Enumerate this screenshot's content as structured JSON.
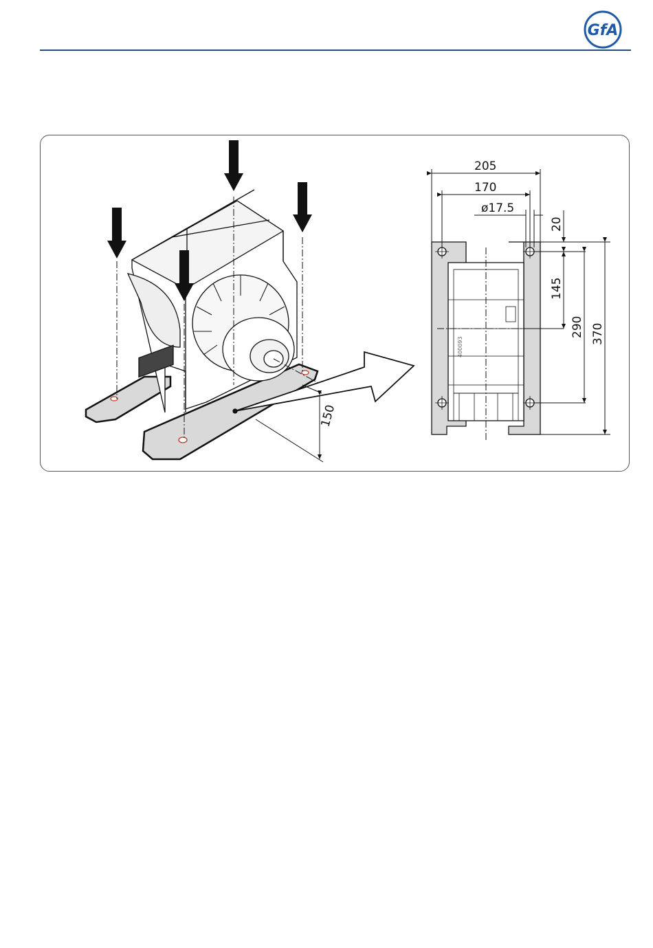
{
  "header": {
    "logo_text": "GfA",
    "brand_color": "#1f5aa6",
    "rule_color": "#2b4a78"
  },
  "figure": {
    "isometric": {
      "height_label": "150"
    },
    "top_view": {
      "width_outer_label": "205",
      "width_hole_label": "170",
      "hole_diameter_label": "ø17.5",
      "edge_to_hole_label": "20",
      "hole_to_shaft_label": "145",
      "hole_spacing_label": "290",
      "length_label": "370",
      "part_marking": "400093"
    }
  }
}
